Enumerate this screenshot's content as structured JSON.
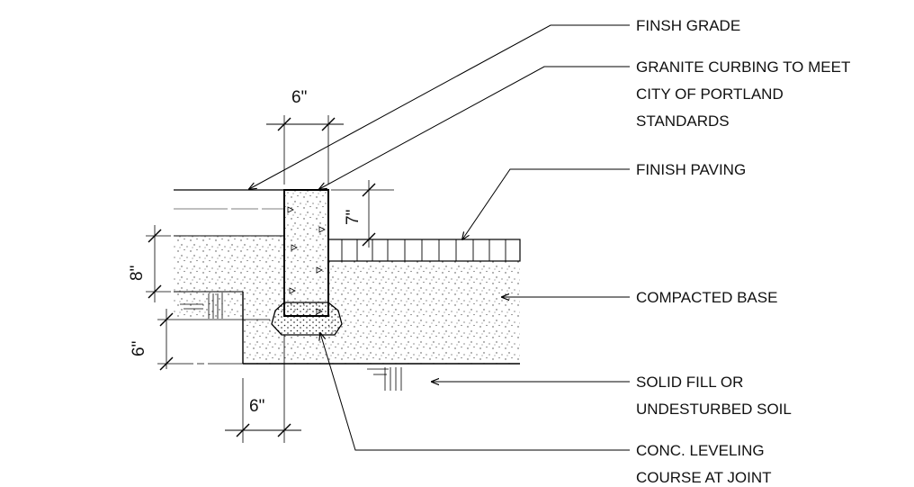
{
  "callouts": {
    "finish_grade": "FINSH GRADE",
    "granite_curbing": [
      "GRANITE CURBING TO MEET",
      "CITY OF PORTLAND",
      "STANDARDS"
    ],
    "finish_paving": "FINISH PAVING",
    "compacted_base": "COMPACTED BASE",
    "solid_fill": [
      "SOLID FILL OR",
      "UNDESTURBED SOIL"
    ],
    "leveling_course": [
      "CONC. LEVELING",
      "COURSE AT JOINT"
    ]
  },
  "dimensions": {
    "curb_width": "6\"",
    "curb_reveal": "7\"",
    "base_depth": "8\"",
    "footing_depth": "6\"",
    "footing_width": "6\""
  }
}
